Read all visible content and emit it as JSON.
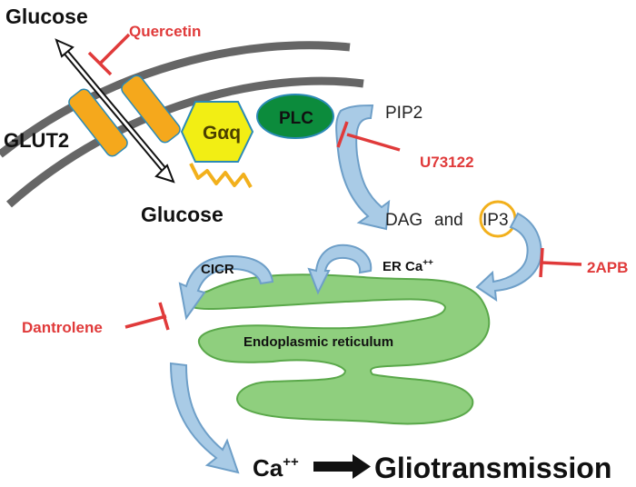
{
  "labels": {
    "glucose_top": "Glucose",
    "glucose_bottom": "Glucose",
    "glut2": "GLUT2",
    "galpha_q": "Gαq",
    "plc": "PLC",
    "pip2": "PIP2",
    "dag": "DAG",
    "and": "and",
    "ip3": "IP3",
    "cicr": "CICR",
    "er_ca": "ER Ca",
    "er_ca_sup": "++",
    "er": "Endoplasmic reticulum",
    "ca": "Ca",
    "ca_sup": "++",
    "gliotransmission": "Gliotransmission"
  },
  "inhibitors": {
    "quercetin": "Quercetin",
    "u73122": "U73122",
    "twoapb": "2APB",
    "dantrolene": "Dantrolene"
  },
  "colors": {
    "inhibitor": "#e03a3a",
    "er_fill": "#8fcf7e",
    "er_stroke": "#5aa84a",
    "arrow_fill": "#a9cbe6",
    "arrow_stroke": "#6e9fc8",
    "glut2": "#f5a81c",
    "galpha_q": "#f2ee14",
    "plc": "#0c8b3c",
    "membrane": "#666666",
    "ip3_ring": "#f2b01c"
  }
}
